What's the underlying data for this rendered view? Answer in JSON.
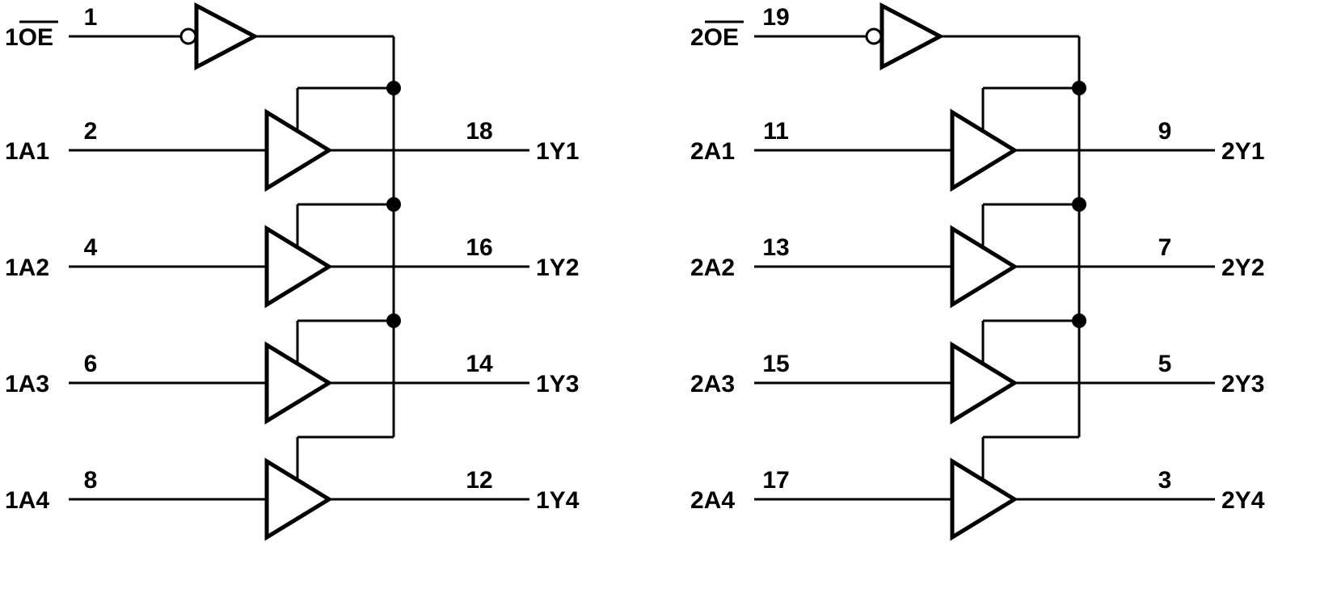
{
  "diagram": {
    "kind": "dual-quad-buffer-logic-diagram",
    "colors": {
      "line": "#000000",
      "background": "#ffffff"
    },
    "channels": [
      {
        "oe": {
          "prefix": "1",
          "overlined": "OE",
          "pin": "1"
        },
        "buffers": [
          {
            "input": "1A1",
            "input_pin": "2",
            "output_pin": "18",
            "output": "1Y1"
          },
          {
            "input": "1A2",
            "input_pin": "4",
            "output_pin": "16",
            "output": "1Y2"
          },
          {
            "input": "1A3",
            "input_pin": "6",
            "output_pin": "14",
            "output": "1Y3"
          },
          {
            "input": "1A4",
            "input_pin": "8",
            "output_pin": "12",
            "output": "1Y4"
          }
        ]
      },
      {
        "oe": {
          "prefix": "2",
          "overlined": "OE",
          "pin": "19"
        },
        "buffers": [
          {
            "input": "2A1",
            "input_pin": "11",
            "output_pin": "9",
            "output": "2Y1"
          },
          {
            "input": "2A2",
            "input_pin": "13",
            "output_pin": "7",
            "output": "2Y2"
          },
          {
            "input": "2A3",
            "input_pin": "15",
            "output_pin": "5",
            "output": "2Y3"
          },
          {
            "input": "2A4",
            "input_pin": "17",
            "output_pin": "3",
            "output": "2Y4"
          }
        ]
      }
    ]
  }
}
